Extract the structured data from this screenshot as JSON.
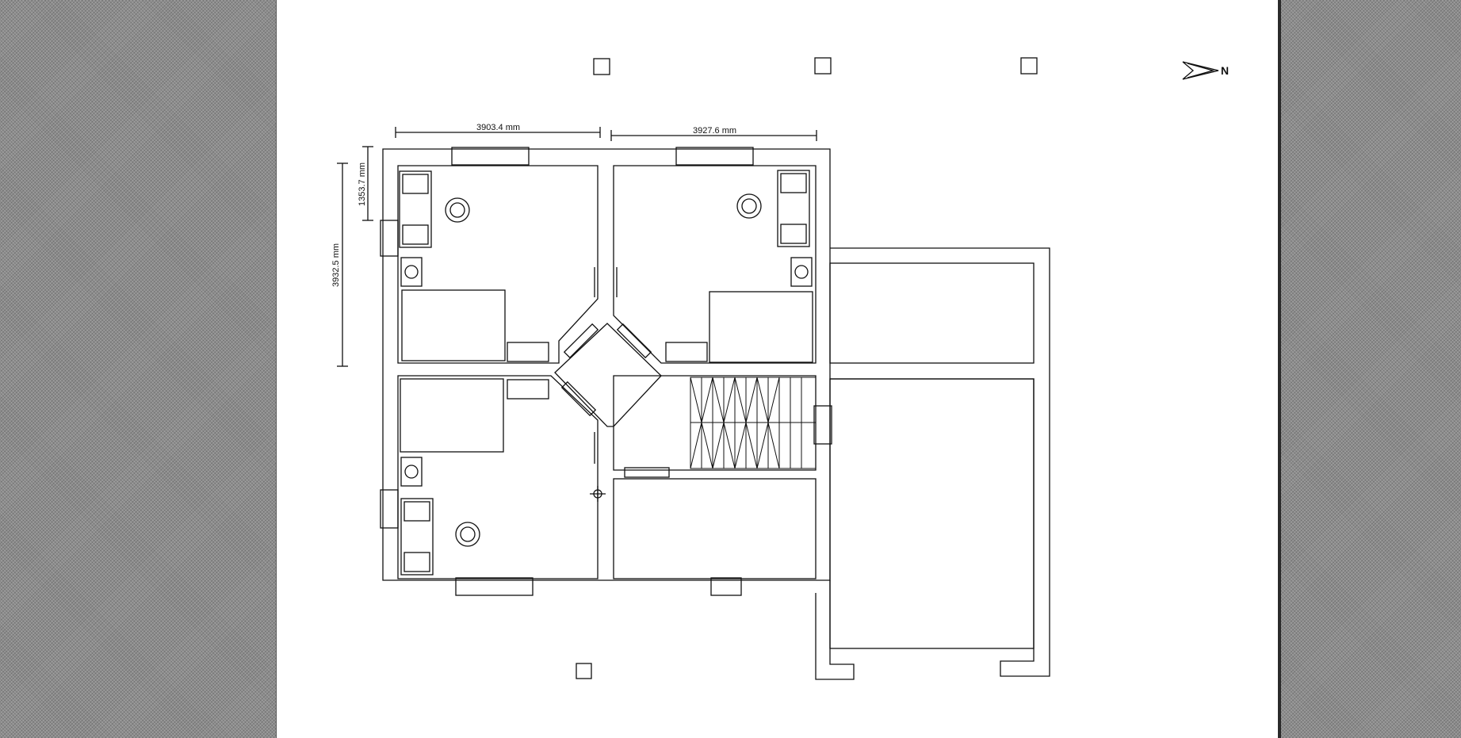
{
  "dimensions": {
    "top_left": "3903.4 mm",
    "top_right": "3927.6 mm",
    "left_small": "1353.7 mm",
    "left_large": "3932.5 mm"
  },
  "north_label": "N",
  "colors": {
    "line": "#111111",
    "sheet": "#ffffff",
    "background": "#8c8c8c"
  }
}
